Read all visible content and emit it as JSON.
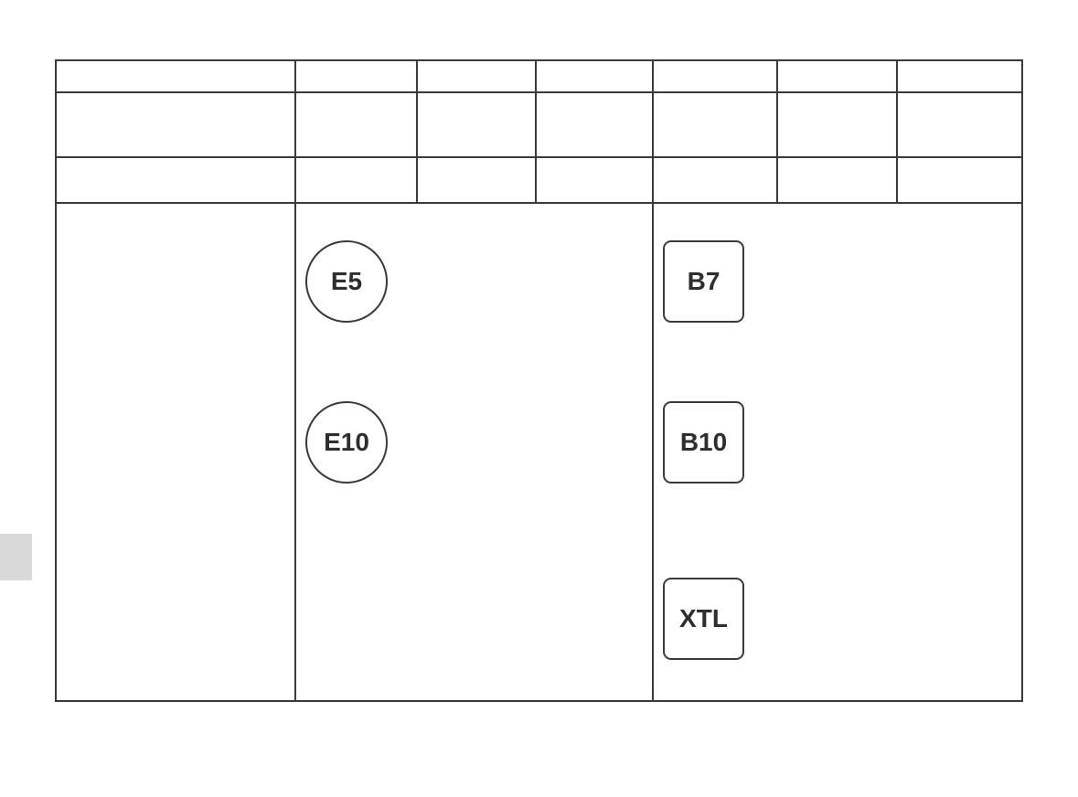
{
  "table": {
    "columns": [
      "",
      "",
      "",
      "",
      "",
      "",
      ""
    ],
    "rows": [
      [
        "",
        "",
        "",
        "",
        "",
        "",
        ""
      ],
      [
        "",
        "",
        "",
        "",
        "",
        "",
        ""
      ]
    ]
  },
  "fuel_labels": {
    "petrol": [
      "E5",
      "E10"
    ],
    "diesel": [
      "B7",
      "B10",
      "XTL"
    ]
  },
  "colors": {
    "border": "#3a3a3a",
    "text": "#2e2e2e",
    "side_tab": "#d9d9d9"
  }
}
